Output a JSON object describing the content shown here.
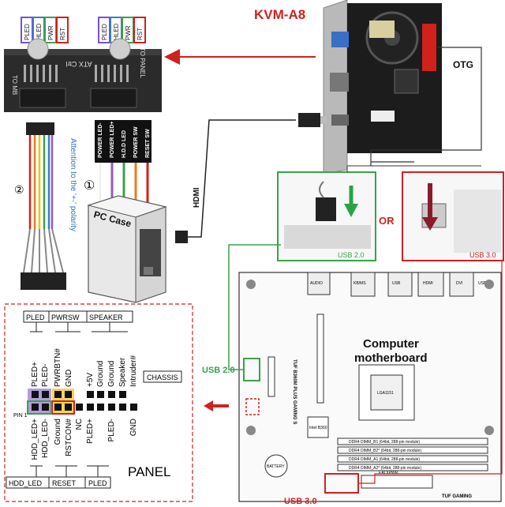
{
  "title": "KVM-A8",
  "otg_label": "OTG",
  "hdmi_label": "HDMI",
  "or_label": "OR",
  "usb20_label": "USB 2.0",
  "usb30_label": "USB 3.0",
  "usb20_side_label": "USB 2.0",
  "usb30_bottom_label": "USB 3.0",
  "motherboard_label": "Computer motherboard",
  "board_model": "TUF B360M PLUS GAMING S",
  "board_brand": "TUF GAMING",
  "pc_case_label": "PC Case",
  "attention_text": "Attention to the '+-' polarity",
  "step1": "①",
  "step2": "②",
  "adapter": {
    "top_labels_left": [
      "PLED",
      "HLED",
      "PWR",
      "RST"
    ],
    "top_labels_right": [
      "PLED",
      "HLED",
      "PWR",
      "RST"
    ],
    "to_mb": "TO MB",
    "to_panel": "TO PANEL",
    "atx_ctrl": "ATX Ctrl"
  },
  "case_wires": [
    "POWER LED-",
    "POWER LED+",
    "H.D.D LED",
    "POWER SW",
    "RESET SW"
  ],
  "panel": {
    "title": "PANEL",
    "groups_top": [
      "PLED",
      "PWRSW",
      "SPEAKER"
    ],
    "groups_bottom": [
      "HDD_LED",
      "RESET",
      "PLED"
    ],
    "chassis": "CHASSIS",
    "pin1": "PIN 1",
    "top_pins": [
      "PLED+",
      "PLED-",
      "PWRBTN#",
      "GND",
      "+5V",
      "Ground",
      "Ground",
      "Speaker",
      "Intruder#"
    ],
    "bottom_pins": [
      "HDD_LED+",
      "HDD_LED-",
      "Ground",
      "RSTCON#",
      "NC",
      "PLED+",
      "PLED-",
      "GND"
    ]
  },
  "mb_small_labels": [
    "AUDIO",
    "KB/MS",
    "USB",
    "HDMI",
    "DVI",
    "USB",
    "DDR4 DIMM_B1 (64bit, 288-pin module)",
    "DDR4 DIMM_B2* (64bit, 288-pin module)",
    "DDR4 DIMM_A1 (64bit, 288-pin module)",
    "DDR4 DIMM_A2* (64bit, 288-pin module)",
    "EATXPWR",
    "Intel B360",
    "LGA1151",
    "BATTERY"
  ],
  "colors": {
    "title_red": "#d0211c",
    "arrow_red": "#d0211c",
    "green": "#3aa24a",
    "blue_text": "#3a72b8",
    "panel_red": "#cc2222"
  }
}
